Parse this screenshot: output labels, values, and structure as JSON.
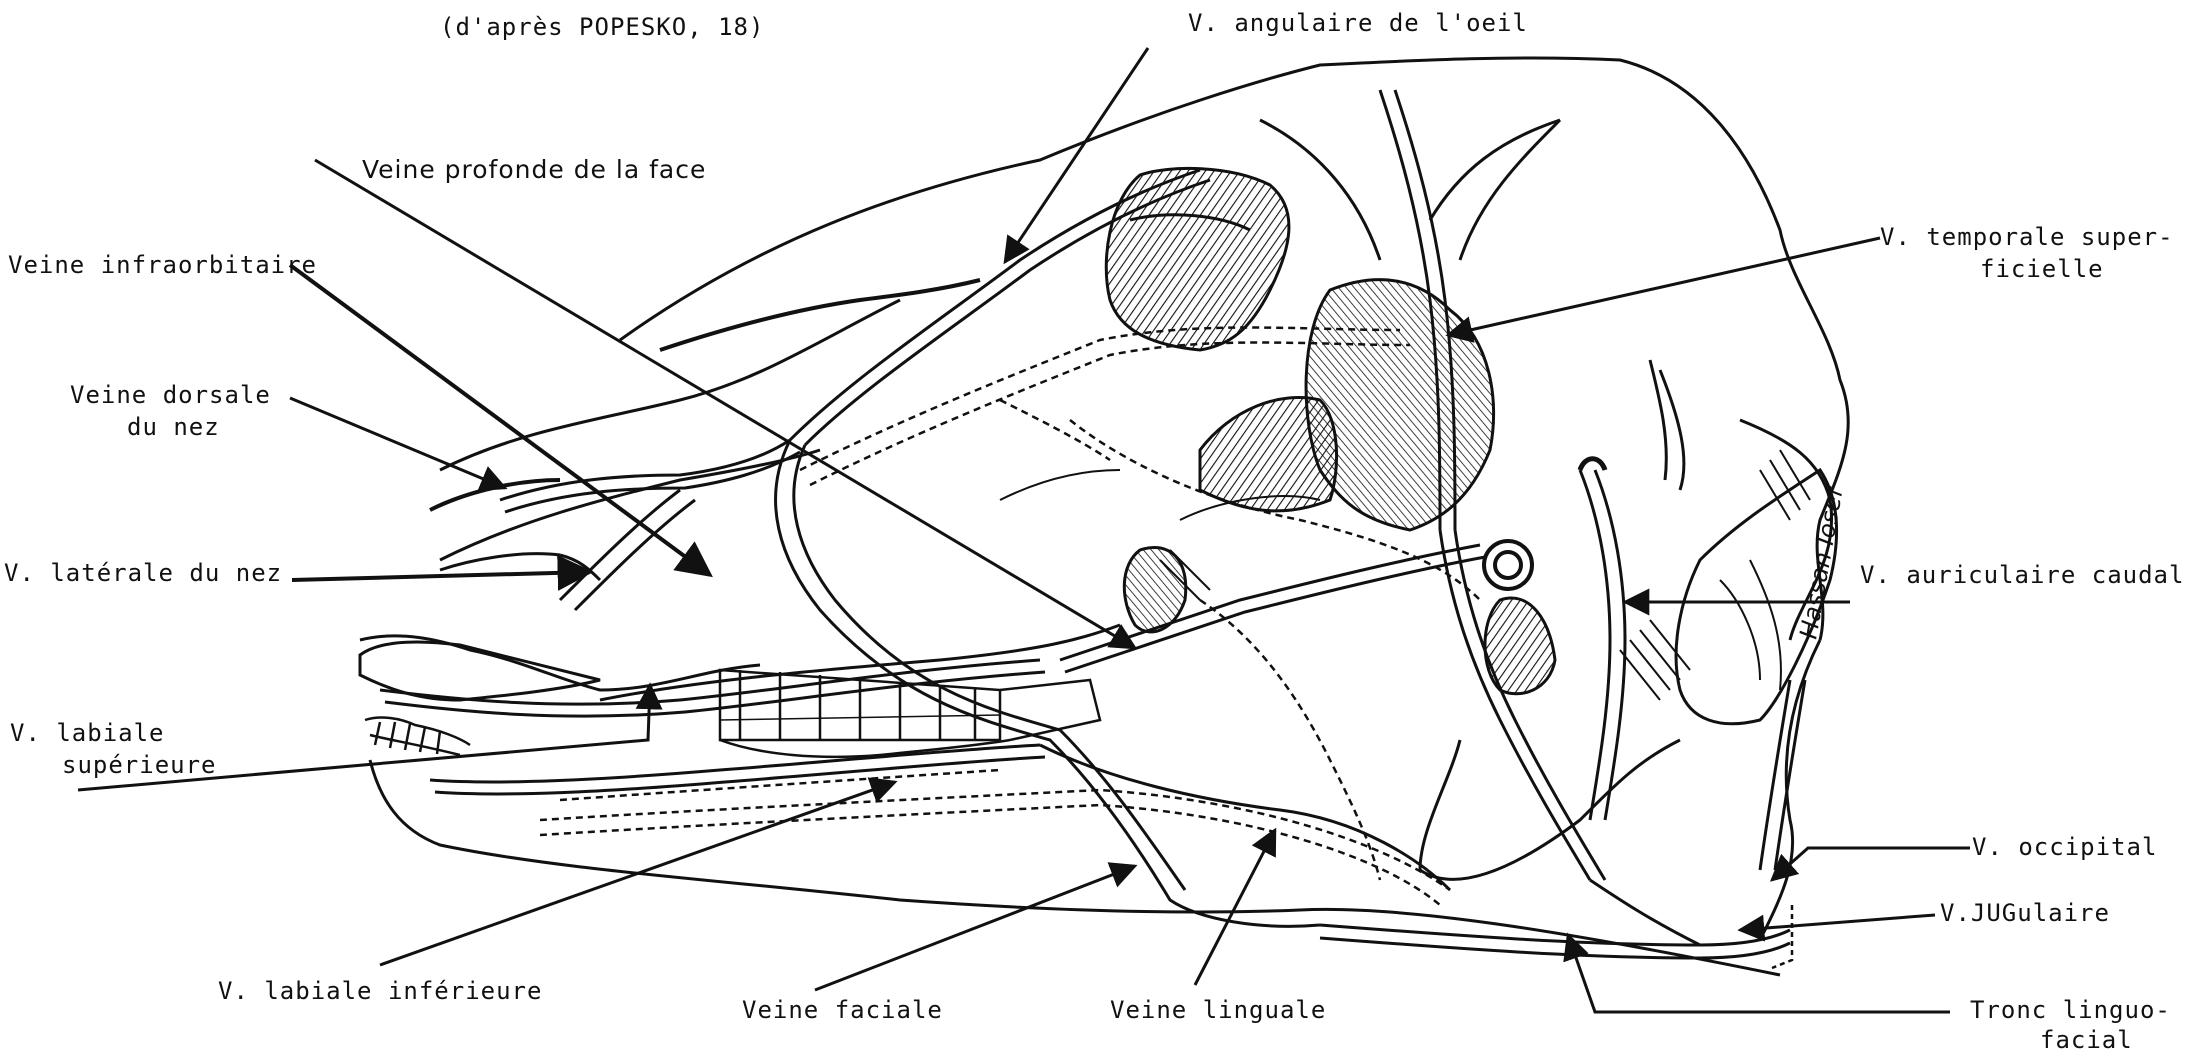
{
  "credit": "(d'après POPESKO, 18)",
  "signature": "Hassan Iosef",
  "labels": {
    "angulaire": "V. angulaire de l'oeil",
    "profonde": "Veine profonde de la face",
    "infraorbitaire": "Veine infraorbitaire",
    "dorsale_l1": "Veine dorsale",
    "dorsale_l2": "du nez",
    "laterale": "V. latérale du nez",
    "labiale_sup_l1": "V. labiale",
    "labiale_sup_l2": "supérieure",
    "labiale_inf": "V. labiale inférieure",
    "faciale": "Veine faciale",
    "linguale": "Veine linguale",
    "tronc_l1": "Tronc linguo-",
    "tronc_l2": "facial",
    "temporale_l1": "V. temporale super-",
    "temporale_l2": "ficielle",
    "auriculaire": "V. auriculaire caudal",
    "occipital": "V. occipital",
    "jugulaire": "V.JUGulaire"
  },
  "colors": {
    "ink": "#111111",
    "paper": "#ffffff"
  }
}
